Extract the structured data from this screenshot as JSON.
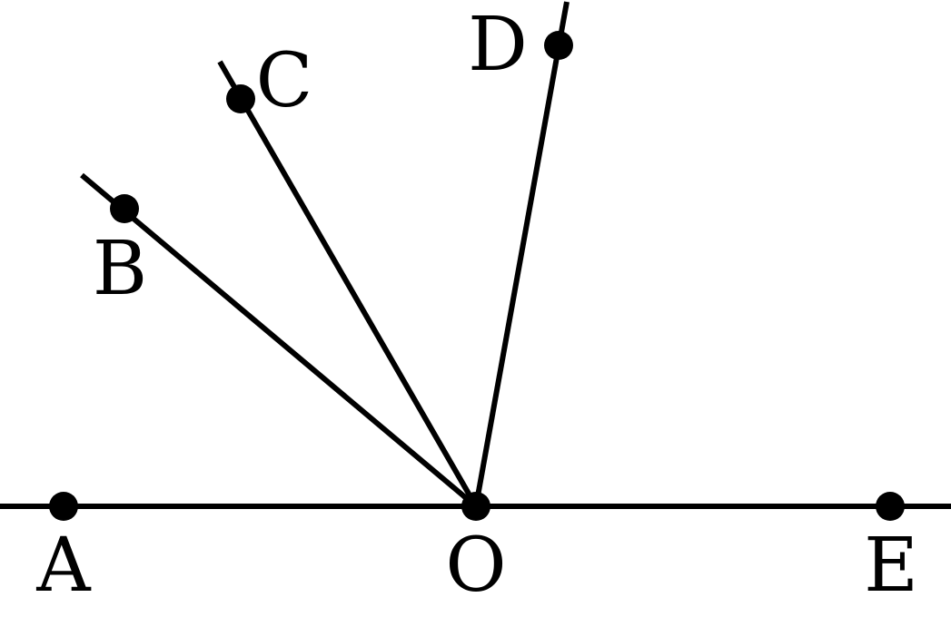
{
  "diagram": {
    "labels": {
      "A": "A",
      "B": "B",
      "C": "C",
      "D": "D",
      "O": "O",
      "E": "E"
    },
    "colors": {
      "stroke": "#000000",
      "background": "#ffffff"
    }
  }
}
